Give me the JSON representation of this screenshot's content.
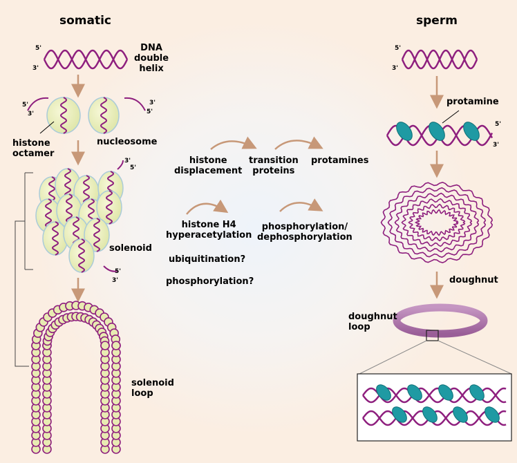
{
  "headers": {
    "somatic": "somatic",
    "sperm": "sperm"
  },
  "somatic": {
    "dna": "DNA\ndouble\nhelix",
    "histone_octamer": "histone\noctamer",
    "nucleosome": "nucleosome",
    "solenoid": "solenoid",
    "solenoid_loop": "solenoid\nloop"
  },
  "sperm": {
    "protamine": "protamine",
    "doughnut": "doughnut",
    "doughnut_loop": "doughnut\nloop"
  },
  "process": {
    "histone_displacement": "histone\ndisplacement",
    "transition_proteins": "transition\nproteins",
    "protamines": "protamines",
    "h4": "histone H4\nhyperacetylation",
    "ubiquitination": "ubiquitination?",
    "phosphorylation_q": "phosphorylation?",
    "phos_dephos": "phosphorylation/\ndephosphorylation"
  },
  "ends": {
    "five": "5'",
    "three": "3'"
  },
  "colors": {
    "dna": "#8e1f7e",
    "histone": "#ecefb8",
    "histone_edge": "#aacbd9",
    "protamine": "#1f9aa3",
    "arrow": "#c79878",
    "ring": "#a970a8"
  }
}
